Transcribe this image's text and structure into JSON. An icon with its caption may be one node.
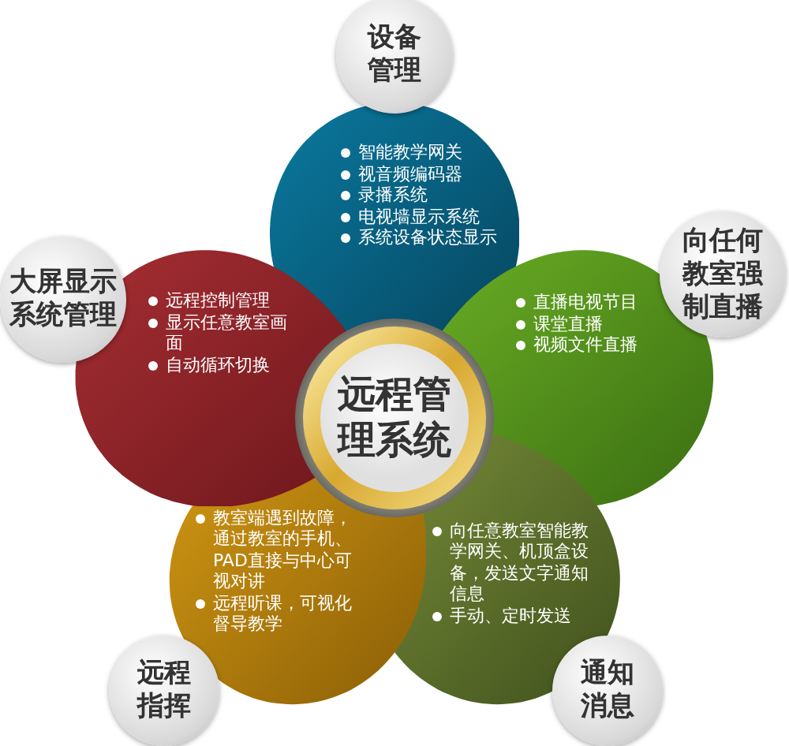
{
  "diagram": {
    "nodes": [
      {
        "text": [
          "远程管理系统"
        ]
      },
      {
        "text": [
          "设备管理",
          "智能教学网关",
          "视音频编码器",
          "录播系统",
          "电视墙显示系统",
          "系统设备状态显示"
        ]
      },
      {
        "text": [
          "直播电视节目",
          "课堂直播",
          "视频文件直播",
          "向任何教室强制直播"
        ]
      },
      {
        "text": [
          "向任意教室智能教学网关、机顶盒设备，发送文字通知信息",
          "手动、定时发送",
          "通知消息"
        ]
      },
      {
        "text": [
          "教室端遇到故障，通过教室的手机、PAD直接与中心可视对讲",
          "远程听课，可视化督导教学",
          "远程指挥"
        ]
      },
      {
        "text": [
          "大屏显示系统管理",
          "远程控制管理",
          "显示任意教室画面",
          "自动循环切换"
        ]
      }
    ]
  }
}
